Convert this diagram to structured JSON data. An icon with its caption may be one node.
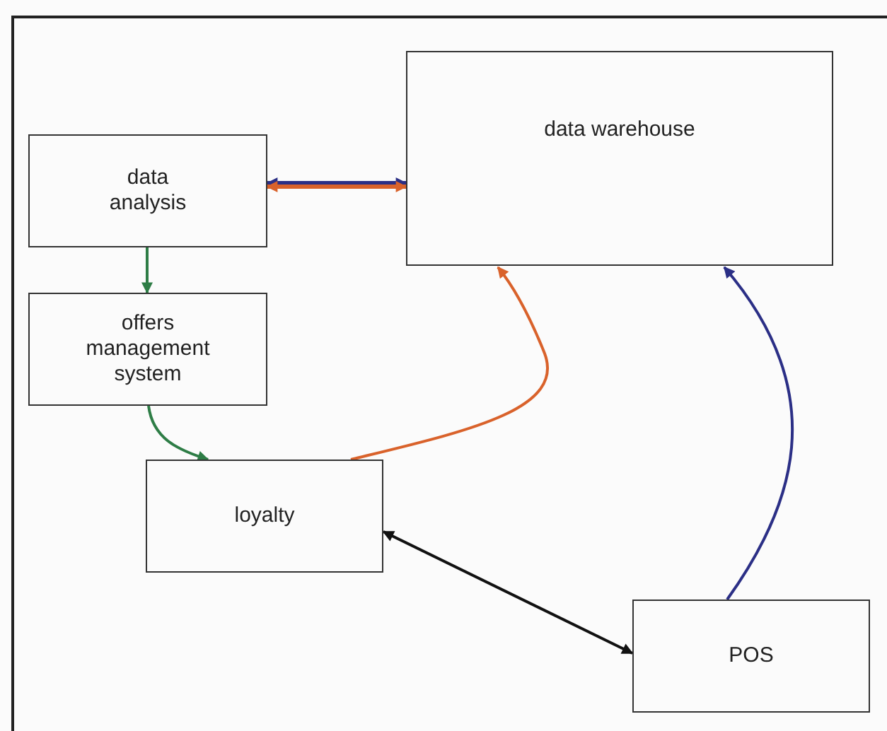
{
  "diagram": {
    "nodes": [
      {
        "text": [
          "data analysis"
        ]
      },
      {
        "text": [
          "data warehouse"
        ]
      },
      {
        "text": [
          "offers management system"
        ]
      },
      {
        "text": [
          "loyalty"
        ]
      },
      {
        "text": [
          "POS"
        ]
      }
    ],
    "edges": [
      {
        "from": 0,
        "to": 1,
        "arrow": "both",
        "color": "#2b2f86"
      },
      {
        "from": 0,
        "to": 1,
        "arrow": "both",
        "color": "#d9622b"
      },
      {
        "from": 0,
        "to": 2,
        "arrow": "to",
        "color": "#2e7d46"
      },
      {
        "from": 2,
        "to": 3,
        "arrow": "to",
        "color": "#2e7d46"
      },
      {
        "from": 3,
        "to": 1,
        "arrow": "to",
        "color": "#d9622b"
      },
      {
        "from": 4,
        "to": 1,
        "arrow": "to",
        "color": "#2b2f86"
      },
      {
        "from": 3,
        "to": 4,
        "arrow": "both",
        "color": "#111111"
      }
    ]
  }
}
